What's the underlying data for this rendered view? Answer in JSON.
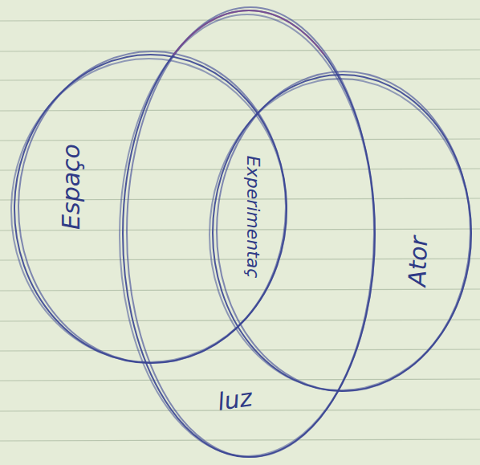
{
  "diagram": {
    "nodes": [
      {
        "text": [
          "Espaço"
        ]
      },
      {
        "text": [
          "Ator"
        ]
      },
      {
        "text": [
          "luz"
        ]
      }
    ],
    "labels": [
      "Experimentaç"
    ]
  }
}
